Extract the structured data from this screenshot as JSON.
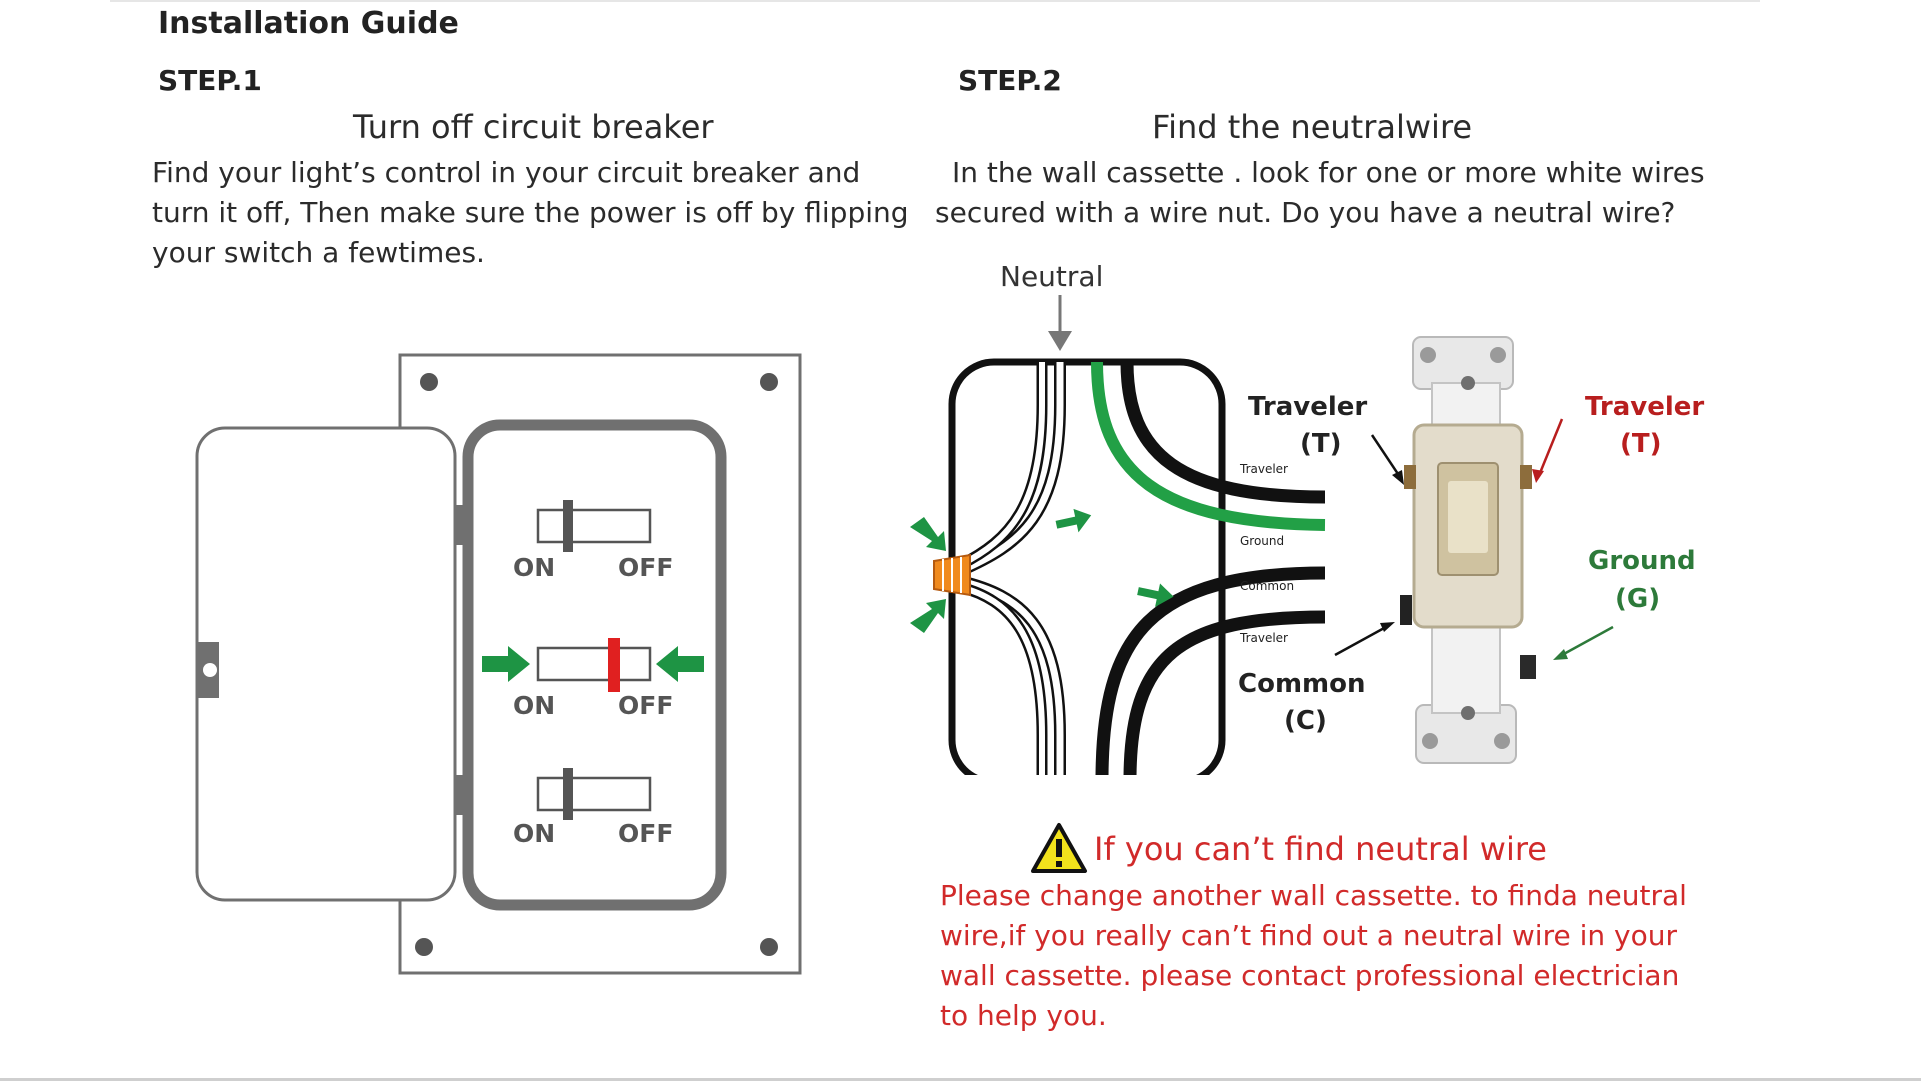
{
  "title": "Installation Guide",
  "step1": {
    "label": "STEP.1",
    "subtitle": "Turn off circuit breaker",
    "lines": [
      "Find your light’s control in your circuit breaker and",
      "turn it off, Then make sure the power is off by flipping",
      "your switch a fewtimes."
    ],
    "breaker": {
      "on_label": "ON",
      "off_label": "OFF",
      "colors": {
        "frame": "#707070",
        "handle_red": "#e02020",
        "arrow_green": "#1e9444"
      }
    }
  },
  "step2": {
    "label": "STEP.2",
    "subtitle": "Find the neutralwire",
    "lines": [
      "In the wall cassette . look for one or more white wires",
      "secured with a wire nut. Do you have a neutral wire?"
    ],
    "diagram": {
      "neutral_label": "Neutral",
      "wire_labels": [
        "Traveler",
        "Ground",
        "Common",
        "Traveler"
      ],
      "callouts": {
        "traveler_left_name": "Traveler",
        "traveler_left_code": "(T)",
        "traveler_right_name": "Traveler",
        "traveler_right_code": "(T)",
        "ground_name": "Ground",
        "ground_code": "(G)",
        "common_name": "Common",
        "common_code": "(C)"
      },
      "colors": {
        "ground_wire": "#22a046",
        "wire_nut": "#f08a1e",
        "traveler_red": "#b81e1e",
        "ground_green": "#2d7a3a"
      }
    }
  },
  "warning": {
    "title": "If you can’t find neutral wire",
    "lines": [
      "Please change another wall cassette. to finda neutral",
      "wire,if you really can’t find out a neutral wire in your",
      "wall cassette. please contact professional electrician",
      "to help you."
    ],
    "color": "#d12a2a"
  }
}
